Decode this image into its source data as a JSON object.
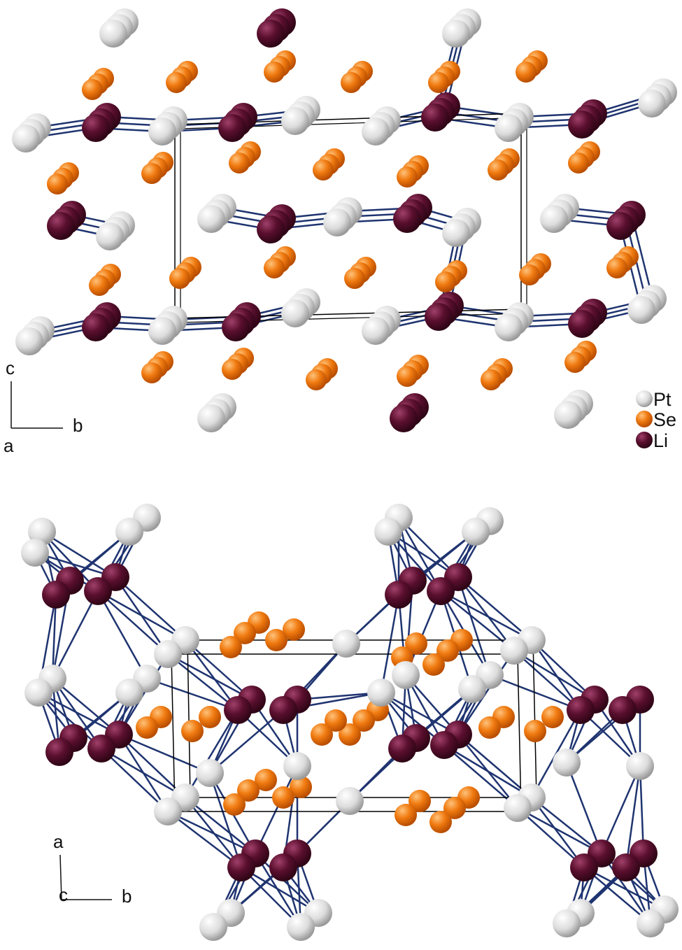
{
  "colors": {
    "Pt": "#e6e6e6",
    "Se": "#f07a10",
    "Li": "#5a0f2e",
    "bond": "#1f3470",
    "cell": "#000000"
  },
  "top_panel": {
    "axes": {
      "vertical": "c",
      "horizontal": "b",
      "view": "a"
    },
    "legend": [
      {
        "element": "Pt",
        "label": "Pt"
      },
      {
        "element": "Se",
        "label": "Se"
      },
      {
        "element": "Li",
        "label": "Li"
      }
    ]
  },
  "bottom_panel": {
    "axes": {
      "vertical": "a",
      "horizontal": "b",
      "view": "c"
    }
  }
}
